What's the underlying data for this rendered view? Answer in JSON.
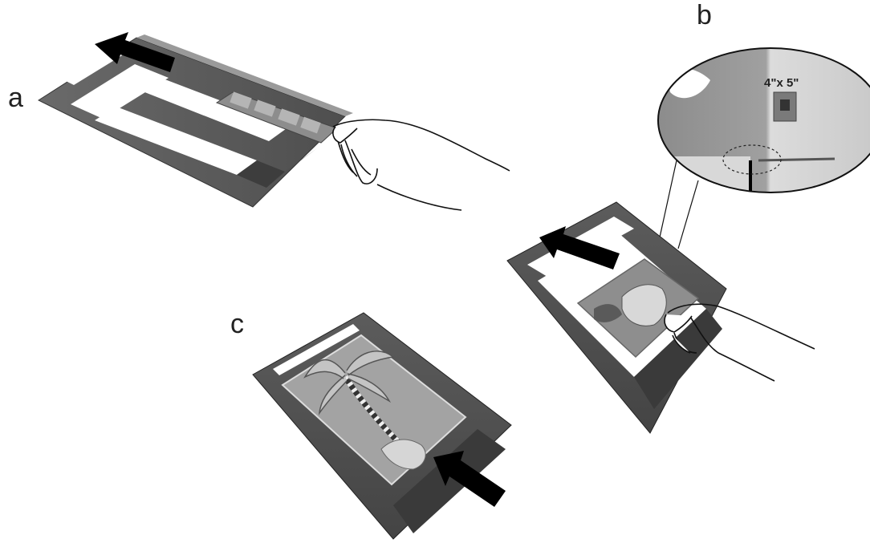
{
  "panels": {
    "a": {
      "label": "a"
    },
    "b": {
      "label": "b",
      "zoom_label": "4\"x 5\""
    },
    "c": {
      "label": "c"
    }
  },
  "colors": {
    "holder_dark": "#5a5a5a",
    "holder_mid": "#6e6e6e",
    "holder_light": "#8a8a8a",
    "photo_gray": "#9a9a9a",
    "arrow": "#000000",
    "background": "#ffffff"
  }
}
